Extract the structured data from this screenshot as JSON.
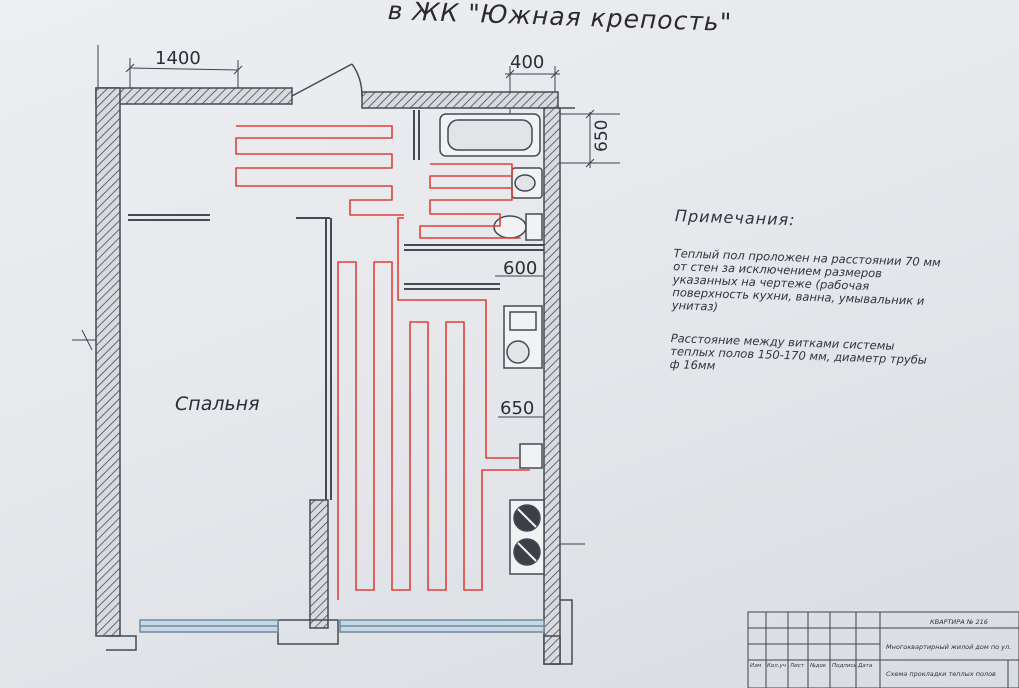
{
  "title": "в ЖК \"Южная крепость\"",
  "dimensions": {
    "d1400": "1400",
    "d400": "400",
    "d650_top": "650",
    "d600": "600",
    "d650_side": "650"
  },
  "room_label": "Спальня",
  "notes": {
    "heading": "Примечания:",
    "note1": "Теплый пол проложен на расстоянии 70 мм\nот стен за исключением размеров\nуказанных на чертеже (рабочая\nповерхность кухни, ванна, умывальник и\nунитаз)",
    "note2": "Расстояние между витками системы\nтеплых полов 150-170 мм, диаметр трубы\nф 16мм"
  },
  "title_block": {
    "apartment": "КВАРТИРА № 216",
    "building": "Многоквартирный жилой дом по ул.",
    "sheet": "Схема прокладки теплых полов",
    "headers": [
      "Изм",
      "Кол.уч",
      "Лист",
      "№док",
      "Подпись",
      "Дата"
    ]
  },
  "colors": {
    "pipe": "#e0413a",
    "wall": "#444a55",
    "line": "#3c4350"
  }
}
